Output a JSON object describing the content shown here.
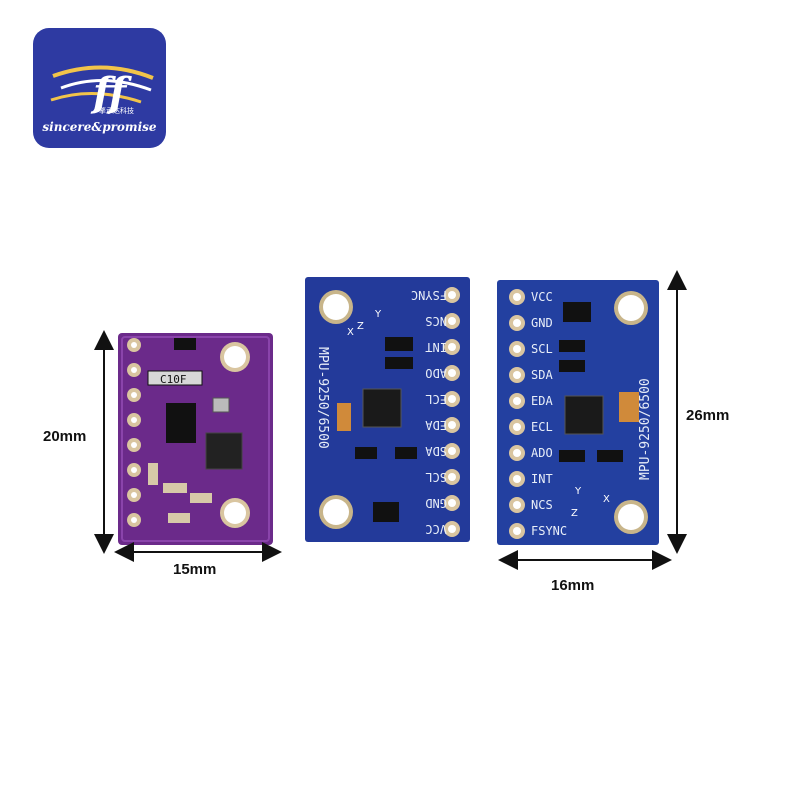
{
  "logo": {
    "brand_text": "sincere&promise",
    "subtitle": "擎承达科技"
  },
  "boards": [
    {
      "id": "purple",
      "color": "#6b2a8a",
      "chip_label": "C10F",
      "width_label": "15mm",
      "height_label": "20mm"
    },
    {
      "id": "blue-middle",
      "color": "#233a9a",
      "model": "MPU-9250/6500",
      "pins": [
        "FSYNC",
        "NCS",
        "INT",
        "ADO",
        "ECL",
        "EDA",
        "SDA",
        "SCL",
        "GND",
        "VCC"
      ],
      "axis_labels": [
        "Z",
        "Y",
        "X"
      ]
    },
    {
      "id": "blue-right",
      "color": "#2340a0",
      "model": "MPU-9250/6500",
      "pins": [
        "VCC",
        "GND",
        "SCL",
        "SDA",
        "EDA",
        "ECL",
        "ADO",
        "INT",
        "NCS",
        "FSYNC"
      ],
      "axis_labels": [
        "Y",
        "X",
        "Z"
      ],
      "width_label": "16mm",
      "height_label": "26mm"
    }
  ]
}
